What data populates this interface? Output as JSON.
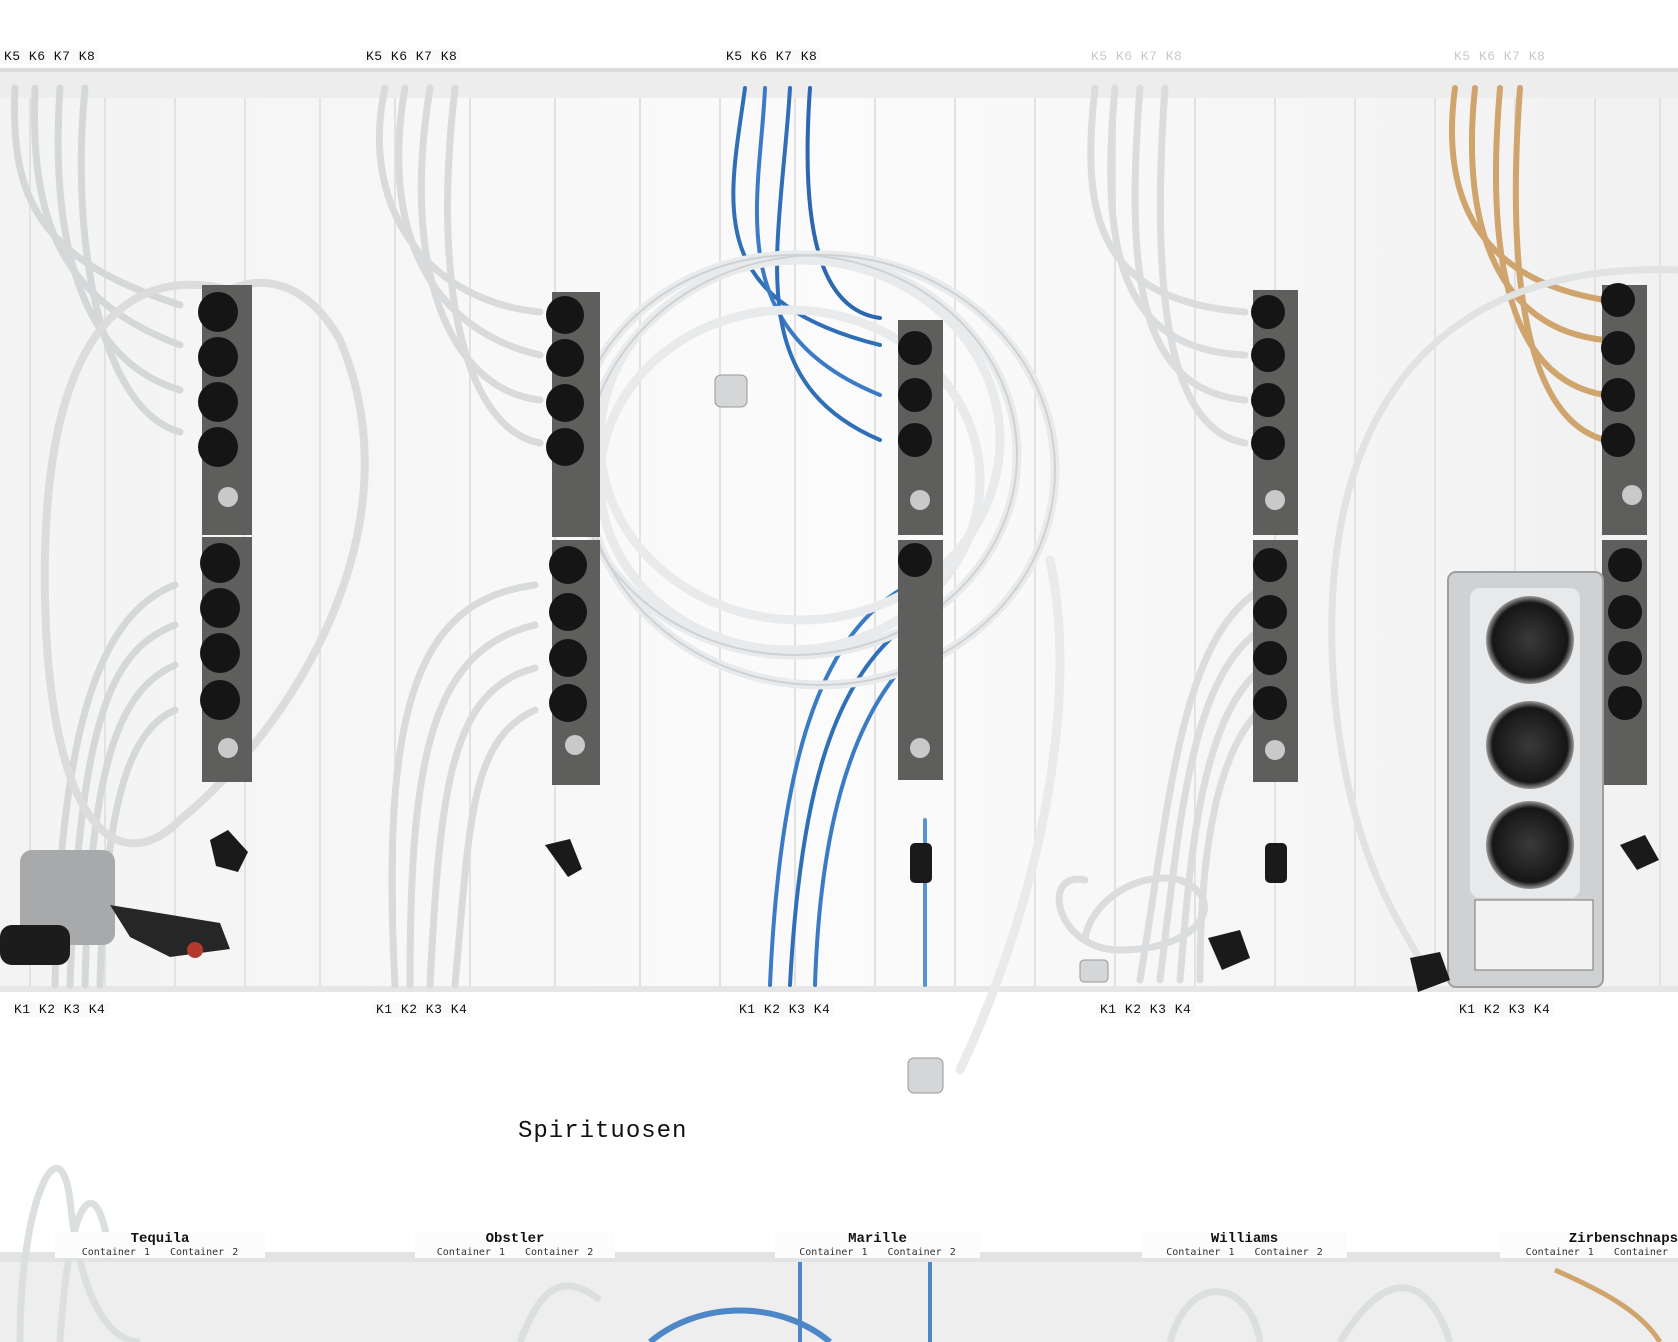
{
  "scene": {
    "top_labels": [
      "K5 K6 K7 K8",
      "K5 K6 K7 K8",
      "K5 K6 K7 K8",
      "K5 K6 K7 K8",
      "K5 K6 K7 K8"
    ],
    "bottom_labels": [
      "K1 K2 K3 K4",
      "K1 K2 K3 K4",
      "K1 K2 K3 K4",
      "K1 K2 K3 K4",
      "K1 K2 K3 K4"
    ],
    "category_title": "Spirituosen",
    "spirits": [
      {
        "name": "Tequila",
        "container_a": "Container 1",
        "container_b": "Container 2"
      },
      {
        "name": "Obstler",
        "container_a": "Container 1",
        "container_b": "Container 2"
      },
      {
        "name": "Marille",
        "container_a": "Container 1",
        "container_b": "Container 2"
      },
      {
        "name": "Williams",
        "container_a": "Container 1",
        "container_b": "Container 2"
      },
      {
        "name": "Zirbenschnaps",
        "container_a": "Container 1",
        "container_b": "Container"
      }
    ],
    "colors": {
      "wall": "#f6f6f6",
      "manifold": "#5e5f5d",
      "valve": "#151515",
      "tube_clear": "#d9dcdd",
      "tube_blue": "#2a6fc0",
      "tube_amber": "#c99a5a"
    }
  }
}
